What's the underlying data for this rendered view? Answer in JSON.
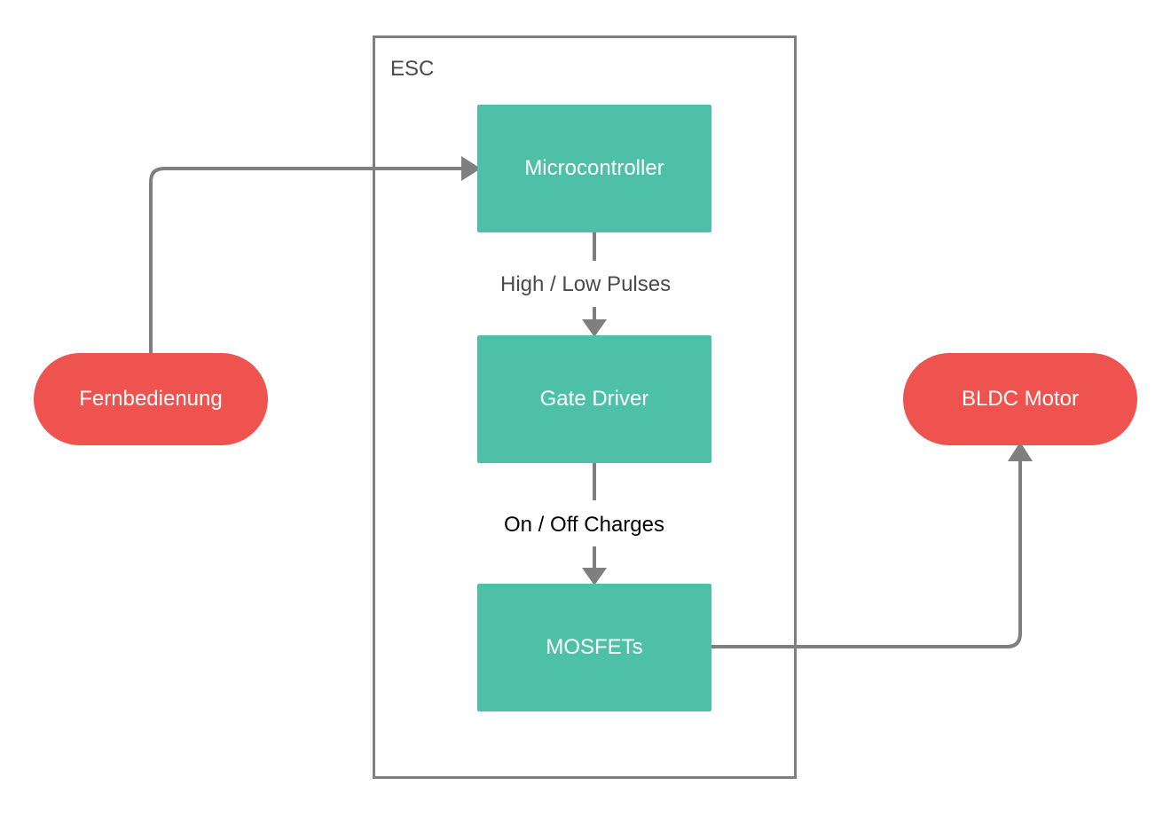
{
  "container": {
    "label": "ESC"
  },
  "nodes": {
    "microcontroller": "Microcontroller",
    "gate_driver": "Gate Driver",
    "mosfets": "MOSFETs",
    "remote": "Fernbedienung",
    "motor": "BLDC Motor"
  },
  "edges": {
    "mc_to_gd": "High / Low Pulses",
    "gd_to_mosfets": "On / Off Charges"
  },
  "colors": {
    "block": "#4fc0a8",
    "terminal": "#ef5350",
    "connector": "#7f7f7f",
    "label_dark": "#4a4a4a",
    "label_black": "#000000"
  }
}
